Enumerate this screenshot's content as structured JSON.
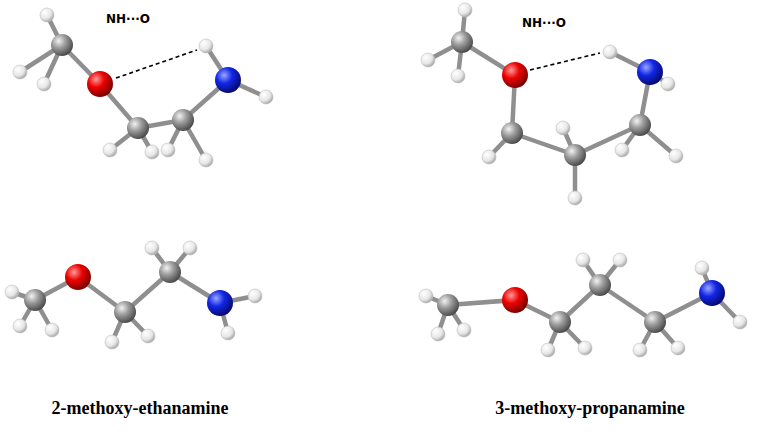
{
  "diagram": {
    "labels": [
      "NH···O",
      "NH···O",
      "2-methoxy-ethanamine",
      "3-methoxy-propanamine"
    ]
  }
}
